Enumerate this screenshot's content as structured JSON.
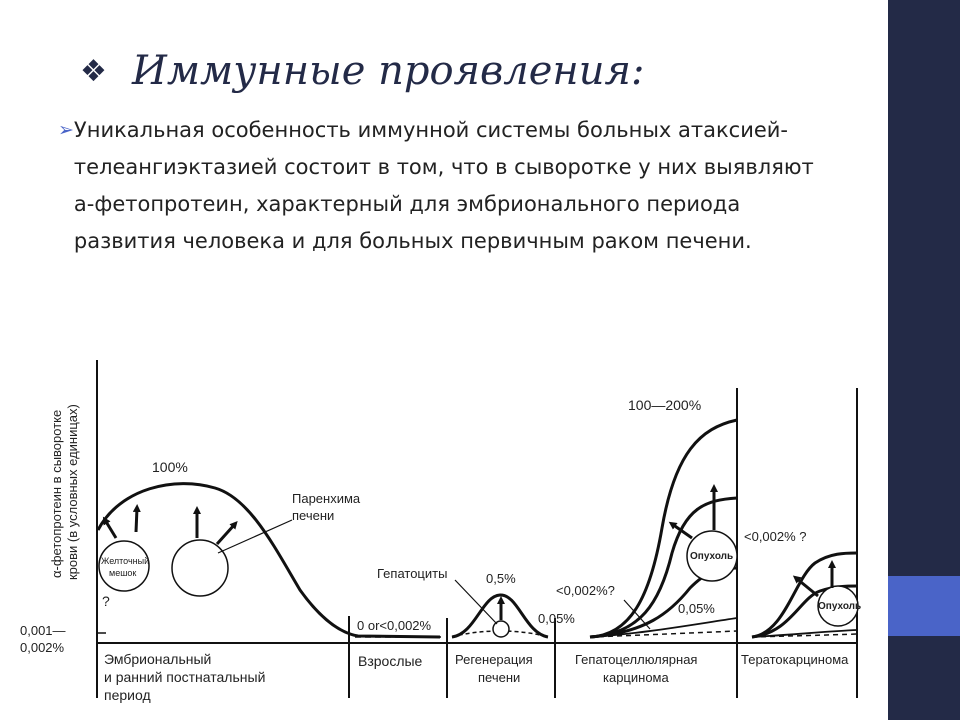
{
  "slide": {
    "title_marker": "❖",
    "title": "Иммунные проявления:",
    "bullet_marker": "➢",
    "bullet_text": "Уникальная особенность иммунной системы больных атаксией- телеангиэктазией состоит в том, что в сыворотке у них выявляют а-фетопротеин, характерный для эмбрионального периода развития человека и для больных первичным раком печени."
  },
  "diagram": {
    "y_axis_label_line1": "α-фетопротеин в сыворотке",
    "y_axis_label_line2": "крови (в условных единицах)",
    "baseline_label_line1": "0,001—",
    "baseline_label_line2": "0,002%",
    "question_mark_left": "?",
    "label_100": "100%",
    "yolk_sac_line1": "Желточный",
    "yolk_sac_line2": "мешок",
    "parenchyma_line1": "Паренхима",
    "parenchyma_line2": "печени",
    "adult_level": "0 or<0,002%",
    "hepatocytes": "Гепатоциты",
    "regen_peak": "0,5%",
    "regen_low": "0,05%",
    "hcc_top": "100—200%",
    "hcc_low_question": "<0,002%?",
    "hcc_mid": "0,05%",
    "tumor_label": "Опухоль",
    "terato_level": "<0,002% ?",
    "terato_tumor_label": "Опухоль",
    "periods": {
      "embryonal_line1": "Эмбриональный",
      "embryonal_line2": "и ранний постнатальный",
      "embryonal_line3": "период",
      "adults": "Взрослые",
      "regeneration_line1": "Регенерация",
      "regeneration_line2": "печени",
      "hcc_line1": "Гепатоцеллюлярная",
      "hcc_line2": "карцинома",
      "teratocarcinoma": "Тератокарцинома"
    },
    "colors": {
      "side_bar": "#232a47",
      "side_accent": "#4a64c8",
      "ink": "#111111"
    }
  }
}
